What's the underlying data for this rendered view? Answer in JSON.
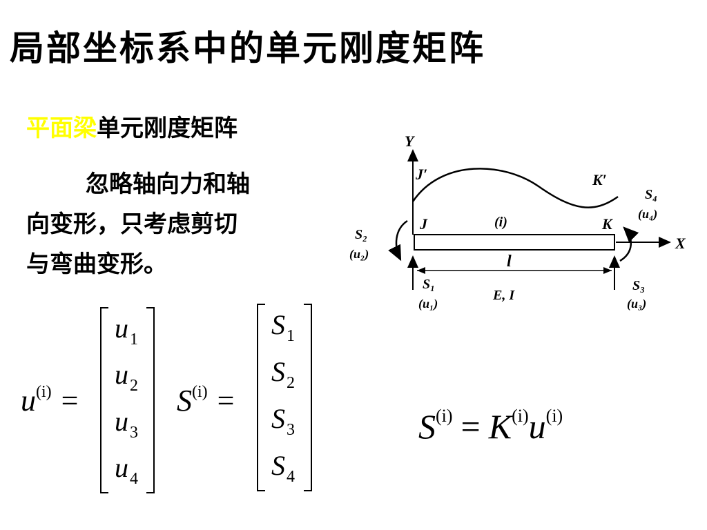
{
  "title": "局部坐标系中的单元刚度矩阵",
  "subtitle": {
    "highlight": "平面梁",
    "rest": "单元刚度矩阵"
  },
  "description": {
    "line1": "忽略轴向力和轴",
    "line2": "向变形，只考虑剪切",
    "line3": "与弯曲变形。"
  },
  "colors": {
    "highlight": "#ffff00",
    "text": "#000000",
    "background": "#ffffff"
  },
  "diagram": {
    "y_axis": "Y",
    "x_axis": "X",
    "node_j_deformed": "J′",
    "node_k_deformed": "K′",
    "node_j": "J",
    "node_k": "K",
    "element": "(i)",
    "length": "l",
    "props": "E, I",
    "s1": "S₁",
    "u1": "(u₁)",
    "s2": "S₂",
    "u2": "(u₂)",
    "s3": "S₃",
    "u3": "(u₃)",
    "s4": "S₄",
    "u4": "(u₄)"
  },
  "vector_u": {
    "symbol": "u",
    "sup": "(i)",
    "eq": "=",
    "entries": [
      {
        "sym": "u",
        "sub": "1"
      },
      {
        "sym": "u",
        "sub": "2"
      },
      {
        "sym": "u",
        "sub": "3"
      },
      {
        "sym": "u",
        "sub": "4"
      }
    ]
  },
  "vector_s": {
    "symbol": "S",
    "sup": "(i)",
    "eq": "=",
    "entries": [
      {
        "sym": "S",
        "sub": "1"
      },
      {
        "sym": "S",
        "sub": "2"
      },
      {
        "sym": "S",
        "sub": "3"
      },
      {
        "sym": "S",
        "sub": "4"
      }
    ]
  },
  "equation": {
    "lhs": "S",
    "lhs_sup": "(i)",
    "eq": "=",
    "k": "K",
    "k_sup": "(i)",
    "u": "u",
    "u_sup": "(i)"
  }
}
